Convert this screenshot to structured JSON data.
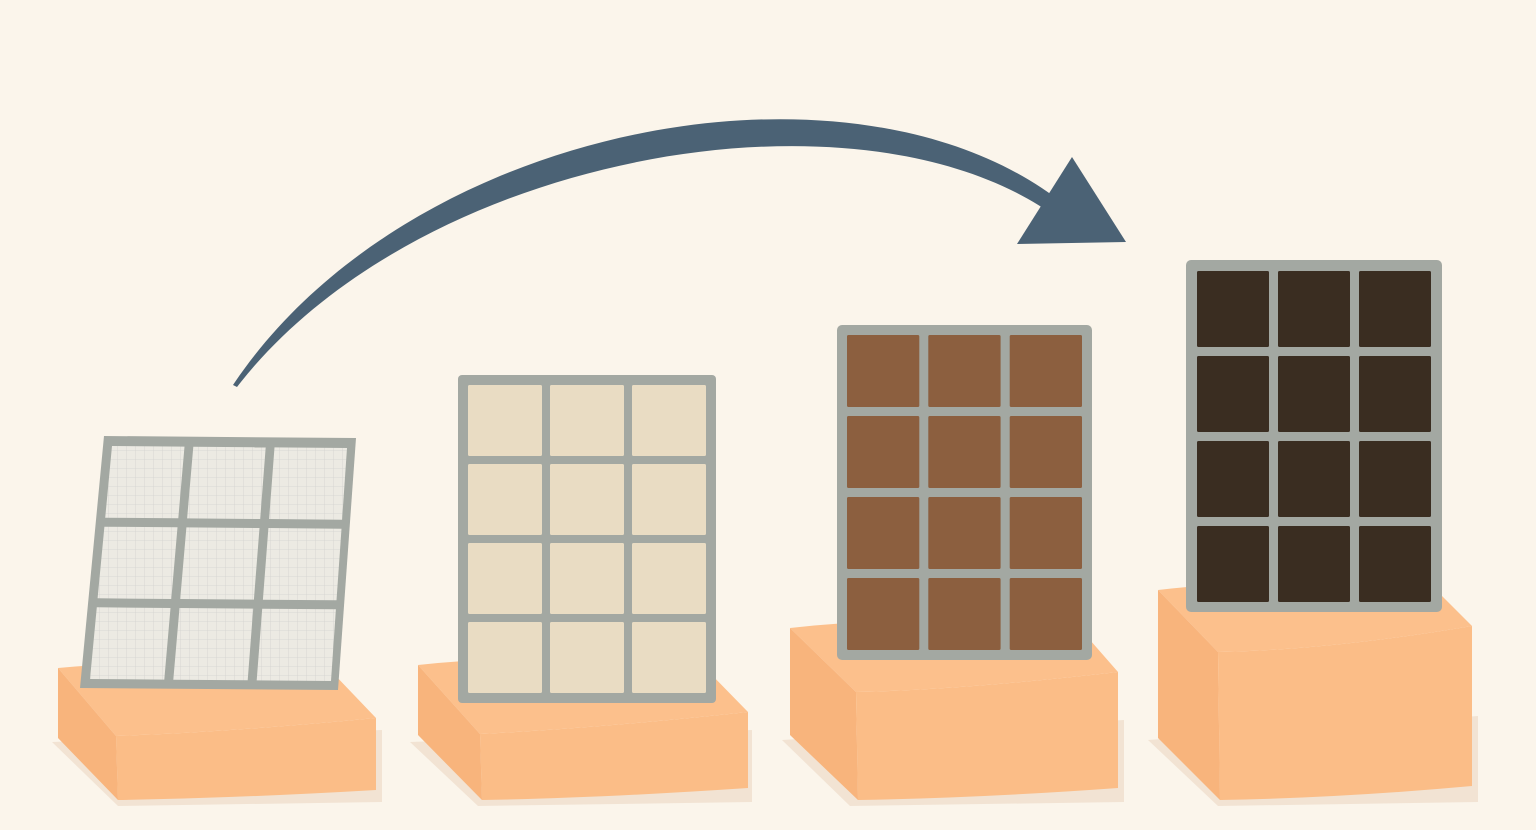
{
  "colors": {
    "background": "#fbf5eb",
    "arrow": "#4b6275",
    "pedestal_top": "#fcc08c",
    "pedestal_front": "#fbbd87",
    "pedestal_shadow": "#eedbc9",
    "frame": "#a3a8a2",
    "frame_edge": "#8f958f"
  },
  "panels": [
    {
      "stage": 1,
      "fill": "#eceae3",
      "columns": 3,
      "rows": 3,
      "pattern": "fine-grid"
    },
    {
      "stage": 2,
      "fill": "#e9dcc3",
      "columns": 3,
      "rows": 4
    },
    {
      "stage": 3,
      "fill": "#8c5f3f",
      "columns": 3,
      "rows": 4
    },
    {
      "stage": 4,
      "fill": "#3a2d21",
      "columns": 3,
      "rows": 4
    }
  ],
  "arrow": {
    "icon": "curved-arrow-icon",
    "direction": "left-to-right"
  }
}
